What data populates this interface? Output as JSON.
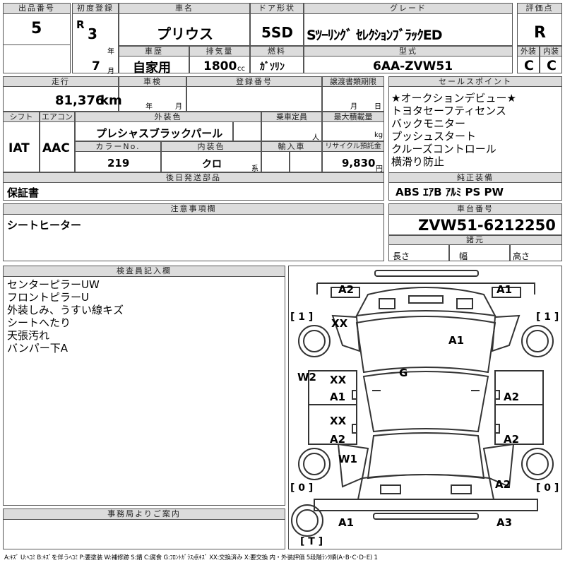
{
  "header": {
    "lot_label": "出品番号",
    "lot_no": "5",
    "first_reg_label": "初度登録",
    "era": "R",
    "year": "3",
    "year_unit": "年",
    "month": "7",
    "month_unit": "月",
    "car_name_label": "車名",
    "car_name": "プリウス",
    "door_label": "ドア形状",
    "door": "5SD",
    "grade_label": "グレード",
    "grade": "Sツーリングセレクションブラックエディション",
    "grade_display": "Sﾂｰﾘﾝｸﾞ ｾﾚｸｼｮﾝﾌﾞﾗｯｸED",
    "score_label": "評価点",
    "score": "R",
    "history_label": "車歴",
    "history": "自家用",
    "displacement_label": "排気量",
    "displacement": "1800",
    "displacement_unit": "cc",
    "fuel_label": "燃料",
    "fuel": "ｶﾞｿﾘﾝ",
    "model_label": "型式",
    "model": "6AA-ZVW51",
    "exterior_label": "外装",
    "exterior": "C",
    "interior_label": "内装",
    "interior": "C"
  },
  "row2": {
    "mileage_label": "走行",
    "mileage": "81,376",
    "mileage_unit": "km",
    "inspection_label": "車検",
    "insp_year": "年",
    "insp_month": "月",
    "plate_label": "登録番号",
    "transfer_label": "譲渡書類期限",
    "transfer_month": "月",
    "transfer_day": "日",
    "shift_label": "シフト",
    "shift": "IAT",
    "ac_label": "エアコン",
    "ac": "AAC",
    "color_label": "外装色",
    "color": "プレシャスブラックパール",
    "capacity_label": "乗車定員",
    "capacity_unit": "人",
    "load_label": "最大積載量",
    "load_unit": "kg",
    "color_no_label": "カラーNo.",
    "color_no": "219",
    "int_color_label": "内装色",
    "int_color": "クロ",
    "int_color_unit": "系",
    "import_label": "輸入車",
    "recycle_label": "リサイクル預託金",
    "recycle": "9,830",
    "recycle_unit": "円",
    "later_label": "後日発送部品",
    "later": "保証書",
    "sales_label": "セールスポイント",
    "sales_points": [
      "★オークションデビュー★",
      "トヨタセーフティセンス",
      "バックモニター",
      "プッシュスタート",
      "クルーズコントロール",
      "横滑り防止"
    ],
    "equip_label": "純正装備",
    "equipment": "ABS ｴｱB ｱﾙﾐ PS PW"
  },
  "notes": {
    "caution_label": "注意事項欄",
    "caution": "シートヒーター",
    "chassis_label": "車台番号",
    "chassis": "ZVW51-6212250",
    "spec_label": "諸元",
    "length_label": "長さ",
    "width_label": "幅",
    "height_label": "高さ"
  },
  "inspector": {
    "label": "検査員記入欄",
    "lines": [
      "センターピラーUW",
      "フロントピラーU",
      "外装しみ、うすい線キズ",
      "シートへたり",
      "天張汚れ",
      "バンパー下A"
    ]
  },
  "office": {
    "label": "事務局よりご案内"
  },
  "diagram": {
    "marks": [
      "A2",
      "A1",
      "XX",
      "A1",
      "G",
      "W2",
      "XX",
      "A1",
      "A2",
      "XX",
      "A2",
      "A2",
      "W1",
      "A2",
      "A1",
      "A3"
    ],
    "tires": [
      "[ 1 ]",
      "[ 1 ]",
      "[ 0 ]",
      "[ 0 ]",
      "[ T ]"
    ]
  },
  "legend": "A:ｷｽﾞ U:ﾍｺﾐ B:ｷｽﾞを伴うﾍｺﾐ P:要塗装 W:補修跡 S:錆 C:腐食 G:ﾌﾛﾝﾄｶﾞﾗｽ点ｷｽﾞ XX:交換済み X:要交換 内・外装評価 5段階ﾗﾝｸ順(A･B･C･D･E) 1"
}
